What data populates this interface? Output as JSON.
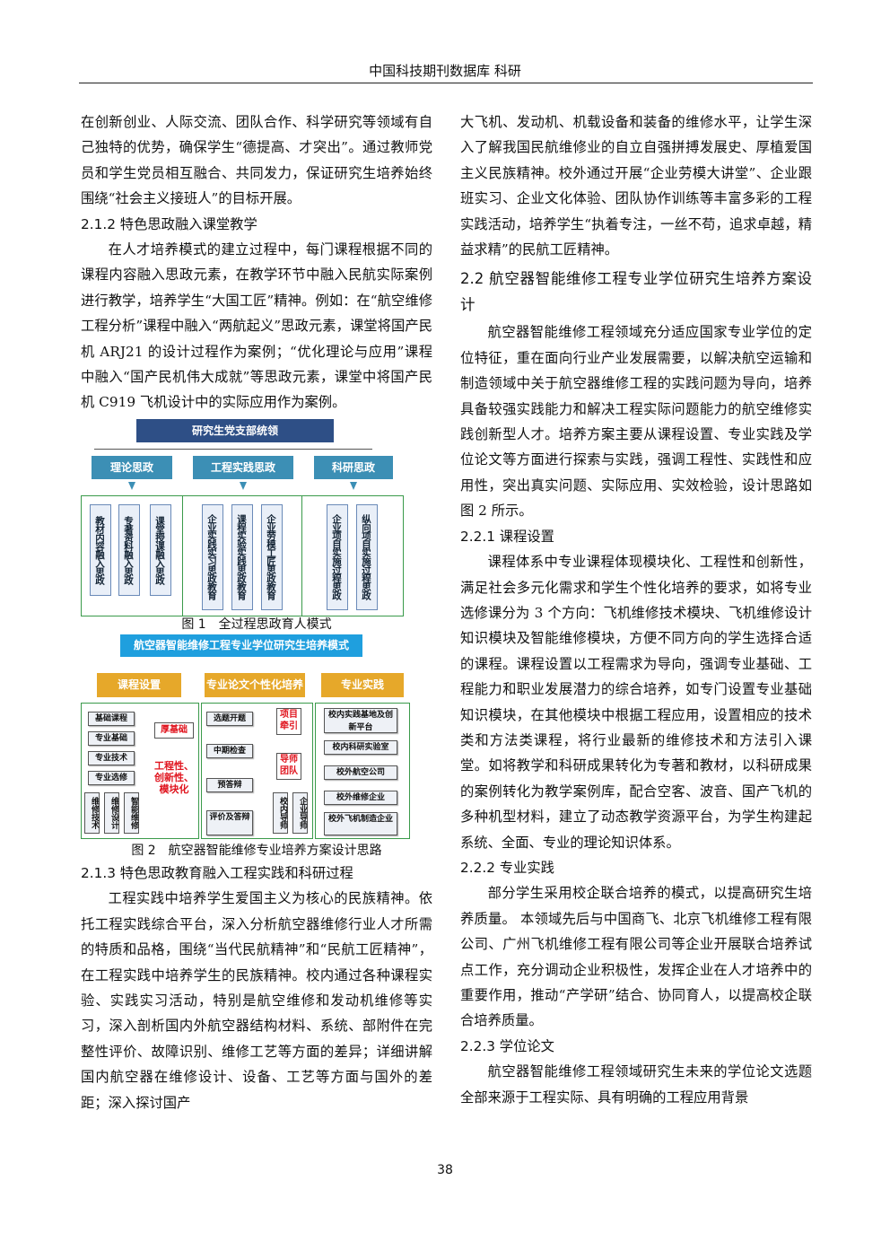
{
  "header": {
    "title": "中国科技期刊数据库 科研"
  },
  "left": {
    "p1": "在创新创业、人际交流、团队合作、科学研究等领域有自己独特的优势，确保学生“德提高、才突出”。通过教师党员和学生党员相互融合、共同发力，保证研究生培养始终围绕“社会主义接班人”的目标开展。",
    "s212": "2.1.2 特色思政融入课堂教学",
    "p2": "在人才培养模式的建立过程中，每门课程根据不同的课程内容融入思政元素，在教学环节中融入民航实际案例进行教学，培养学生“大国工匠”精神。例如：在“航空维修工程分析”课程中融入“两航起义”思政元素，课堂将国产民机 ARJ21 的设计过程作为案例；“优化理论与应用”课程中融入“国产民机伟大成就”等思政元素，课堂中将国产民机 C919 飞机设计中的实际应用作为案例。",
    "fig1_caption": "图 1　全过程思政育人模式",
    "fig2_caption": "图 2　航空器智能维修专业培养方案设计思路",
    "s213": "2.1.3 特色思政教育融入工程实践和科研过程",
    "p3": "工程实践中培养学生爱国主义为核心的民族精神。依托工程实践综合平台，深入分析航空器维修行业人才所需的特质和品格，围绕“当代民航精神”和“民航工匠精神”，在工程实践中培养学生的民族精神。校内通过各种课程实验、实践实习活动，特别是航空维修和发动机维修等实习，深入剖析国内外航空器结构材料、系统、部附件在完整性评价、故障识别、维修工艺等方面的差异；详细讲解国内航空器在维修设计、设备、工艺等方面与国外的差距；深入探讨国产"
  },
  "fig1": {
    "top": "研究生党支部统领",
    "cats": [
      "理论思政",
      "工程实践思政",
      "科研思政"
    ],
    "items": [
      "教材内容融入思政",
      "专著资料融入思政",
      "课堂授课融入思政",
      "企业实践实习思政教育",
      "课程实验实践思政教育",
      "企业劳模工匠思政教育",
      "企业项目实施过程思政",
      "纵向项目实施过程思政"
    ]
  },
  "fig2": {
    "top": "航空器智能维修工程专业学位研究生培养模式",
    "cats": [
      "课程设置",
      "专业论文个性化培养",
      "专业实践"
    ],
    "course": [
      "基础课程",
      "专业基础",
      "专业技术",
      "专业选修"
    ],
    "course_sub": [
      "维修技术",
      "维修设计",
      "智能维修"
    ],
    "red1": "厚基础",
    "red2": "工程性、创新性、模块化",
    "thesis": [
      "选题开题",
      "中期检查",
      "预答辩",
      "评价及答辩"
    ],
    "project": "项目牵引",
    "mentor": "导师团队",
    "mentor_sub": [
      "校内导师",
      "企业导师"
    ],
    "practice": [
      "校内实践基地及创新平台",
      "校内科研实验室",
      "校外航空公司",
      "校外维修企业",
      "校外飞机制造企业"
    ]
  },
  "right": {
    "p1": "大飞机、发动机、机载设备和装备的维修水平，让学生深入了解我国民航维修业的自立自强拼搏发展史、厚植爱国主义民族精神。校外通过开展“企业劳模大讲堂”、企业跟班实习、企业文化体验、团队协作训练等丰富多彩的工程实践活动，培养学生“执着专注，一丝不苟，追求卓越，精益求精”的民航工匠精神。",
    "s22": "2.2 航空器智能维修工程专业学位研究生培养方案设计",
    "p2": "航空器智能维修工程领域充分适应国家专业学位的定位特征，重在面向行业产业发展需要，以解决航空运输和制造领域中关于航空器维修工程的实践问题为导向，培养具备较强实践能力和解决工程实际问题能力的航空维修实践创新型人才。培养方案主要从课程设置、专业实践及学位论文等方面进行探索与实践，强调工程性、实践性和应用性，突出真实问题、实际应用、实效检验，设计思路如图 2 所示。",
    "s221": "2.2.1 课程设置",
    "p3": "课程体系中专业课程体现模块化、工程性和创新性，满足社会多元化需求和学生个性化培养的要求，如将专业选修课分为 3 个方向：飞机维修技术模块、飞机维修设计知识模块及智能维修模块，方便不同方向的学生选择合适的课程。课程设置以工程需求为导向，强调专业基础、工程能力和职业发展潜力的综合培养，如专门设置专业基础知识模块，在其他模块中根据工程应用，设置相应的技术类和方法类课程，将行业最新的维修技术和方法引入课堂。如将教学和科研成果转化为专著和教材，以科研成果的案例转化为教学案例库，配合空客、波音、国产飞机的多种机型材料，建立了动态教学资源平台，为学生构建起系统、全面、专业的理论知识体系。",
    "s222": "2.2.2 专业实践",
    "p4": "部分学生采用校企联合培养的模式，以提高研究生培养质量。 本领域先后与中国商飞、北京飞机维修工程有限公司、广州飞机维修工程有限公司等企业开展联合培养试点工作，充分调动企业积极性，发挥企业在人才培养中的重要作用，推动“产学研”结合、协同育人，以提高校企联合培养质量。",
    "s223": "2.2.3 学位论文",
    "p5": "航空器智能维修工程领域研究生未来的学位论文选题全部来源于工程实际、具有明确的工程应用背景"
  },
  "page_number": "38"
}
